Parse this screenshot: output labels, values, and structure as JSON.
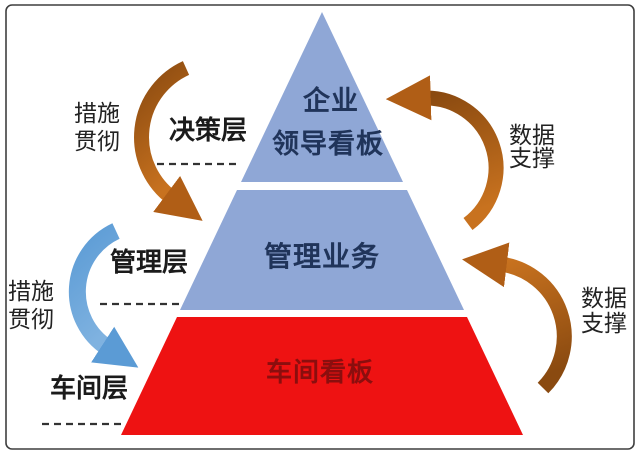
{
  "diagram": {
    "title_semantic": "three-level dashboard pyramid",
    "pyramid": {
      "tiers": [
        {
          "line1": "企业",
          "line2": "领导看板",
          "level_label": "决策层"
        },
        {
          "label": "管理业务",
          "level_label": "管理层"
        },
        {
          "label": "车间看板",
          "level_label": "车间层"
        }
      ]
    },
    "annotations": {
      "left_top": {
        "line1": "措施",
        "line2": "贯彻"
      },
      "left_bottom": {
        "line1": "措施",
        "line2": "贯彻"
      },
      "right_top": {
        "line1": "数据",
        "line2": "支撑"
      },
      "right_bottom": {
        "line1": "数据",
        "line2": "支撑"
      }
    },
    "colors": {
      "frame_border": "#3f3f3f",
      "tier_blue": "#8FA7D6",
      "tier_red": "#EE1212",
      "tier_text_navy": "#20345A",
      "tier_bottom_text": "#8B0E0E",
      "label_black": "#1b1b1b",
      "annotation_black": "#222222",
      "dash_black": "#333333",
      "arrow_orange_dark": "#8A4A10",
      "arrow_orange_mid": "#B05E16",
      "arrow_orange_light": "#C8721F",
      "arrow_blue": "#5B9BD5",
      "arrow_blue_light": "#7FB2E0",
      "background": "#FFFFFF"
    }
  }
}
